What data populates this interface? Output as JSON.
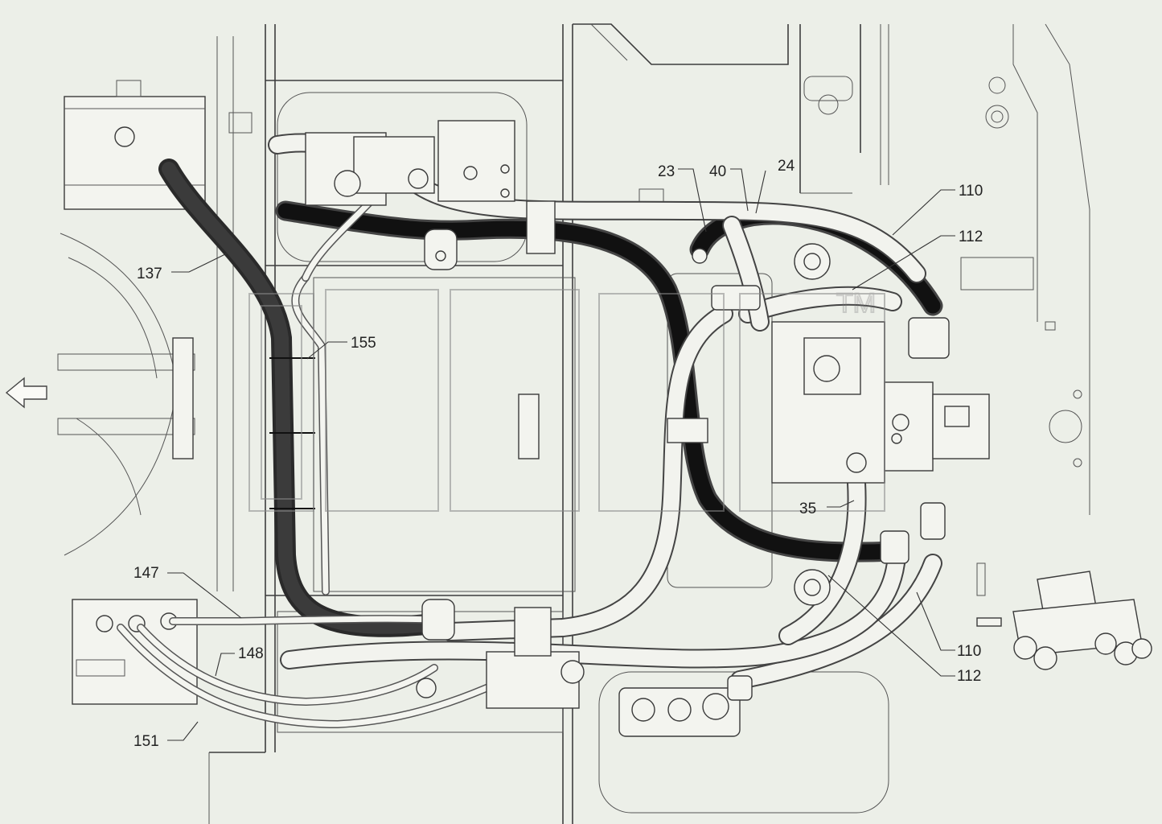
{
  "labels": {
    "l23": "23",
    "l40": "40",
    "l24": "24",
    "l110a": "110",
    "l112a": "112",
    "l137": "137",
    "l155": "155",
    "l35": "35",
    "l147": "147",
    "l148": "148",
    "l151": "151",
    "l110b": "110",
    "l112b": "112"
  },
  "watermark": {
    "mark": "TM"
  },
  "icons": {
    "direction_arrow": "left-arrow-icon",
    "machine_thumbnail": "pneumatic-roller-icon"
  },
  "colors": {
    "background": "#ecefe8",
    "line": "#3d3d3d",
    "hose_black": "#111111"
  }
}
